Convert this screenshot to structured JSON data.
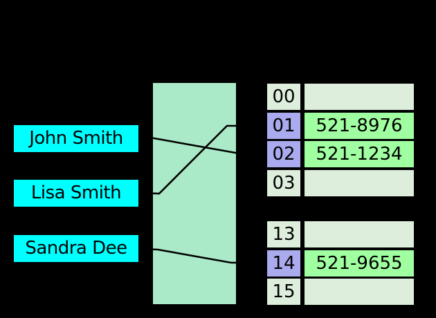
{
  "diagram": "hash-table-mapping",
  "keys": [
    {
      "label": "John Smith"
    },
    {
      "label": "Lisa Smith"
    },
    {
      "label": "Sandra Dee"
    }
  ],
  "buckets": {
    "groups": [
      {
        "rows": [
          {
            "index": "00",
            "value": ""
          },
          {
            "index": "01",
            "value": "521-8976"
          },
          {
            "index": "02",
            "value": "521-1234"
          },
          {
            "index": "03",
            "value": ""
          }
        ]
      },
      {
        "rows": [
          {
            "index": "13",
            "value": ""
          },
          {
            "index": "14",
            "value": "521-9655"
          },
          {
            "index": "15",
            "value": ""
          }
        ]
      }
    ]
  },
  "connections": [
    {
      "key": "John Smith",
      "bucket": "02"
    },
    {
      "key": "Lisa Smith",
      "bucket": "01"
    },
    {
      "key": "Sandra Dee",
      "bucket": "14"
    }
  ],
  "colors": {
    "background": "#000000",
    "key_box": "#00ffff",
    "hash_box": "#aaeac8",
    "index_used": "#aaaaee",
    "cell_empty": "#ddeedd",
    "value_filled": "#a0ffa0",
    "line": "#000000",
    "text": "#000000"
  }
}
